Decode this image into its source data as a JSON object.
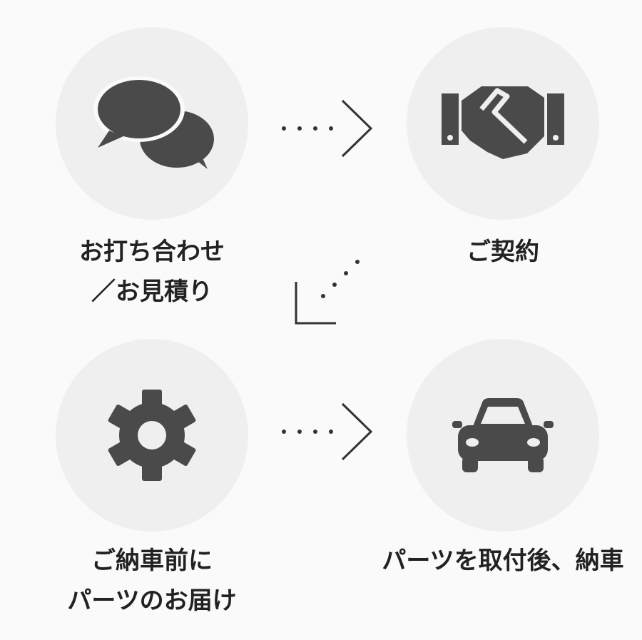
{
  "steps": [
    {
      "icon": "chat-bubbles-icon",
      "line1": "お打ち合わせ",
      "line2": "／お見積り"
    },
    {
      "icon": "handshake-icon",
      "line1": "ご契約",
      "line2": ""
    },
    {
      "icon": "gear-icon",
      "line1": "ご納車前に",
      "line2": "パーツのお届け"
    },
    {
      "icon": "car-icon",
      "line1": "パーツを取付後、納車",
      "line2": ""
    }
  ],
  "colors": {
    "icon": "#4a4a4a",
    "circle": "#efefef",
    "background": "#fafafa",
    "text": "#222222"
  }
}
